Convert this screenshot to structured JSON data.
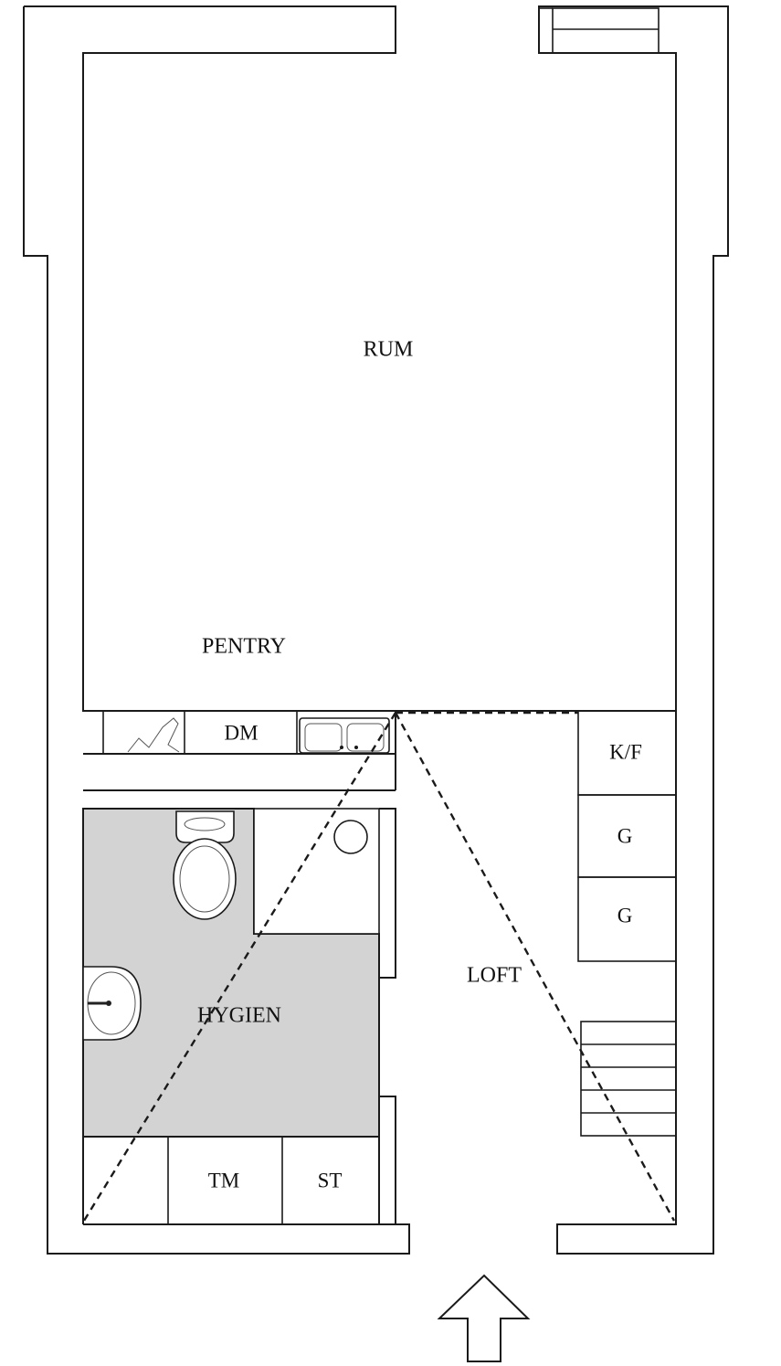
{
  "colors": {
    "wall": "#1a1a1a",
    "bathroom_fill": "#d3d3d3",
    "background": "#ffffff"
  },
  "rooms": {
    "rum": "RUM",
    "pentry": "PENTRY",
    "dm": "DM",
    "kf": "K/F",
    "g1": "G",
    "g2": "G",
    "loft": "LOFT",
    "hygien": "HYGIEN",
    "tm": "TM",
    "st": "ST"
  },
  "icons": [
    "entrance-arrow-icon",
    "toilet-icon",
    "washbasin-icon",
    "kitchen-sink-icon",
    "shower-drain-icon",
    "stairs-icon",
    "window-icon"
  ]
}
